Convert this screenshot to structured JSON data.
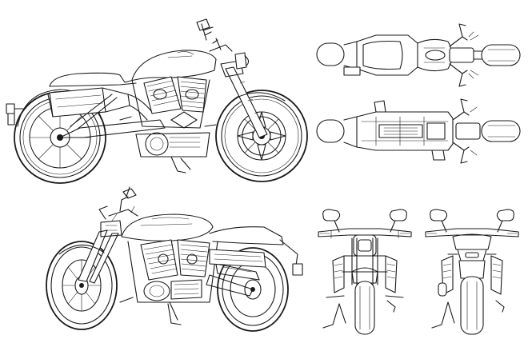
{
  "figure": {
    "subject": "motorcycle-line-drawing",
    "line_color": "#1a1a1a",
    "background": "#ffffff",
    "views": [
      {
        "id": "right-side-view"
      },
      {
        "id": "top-view"
      },
      {
        "id": "bottom-view"
      },
      {
        "id": "left-front-three-quarter-view"
      },
      {
        "id": "front-view"
      },
      {
        "id": "rear-view"
      }
    ]
  }
}
